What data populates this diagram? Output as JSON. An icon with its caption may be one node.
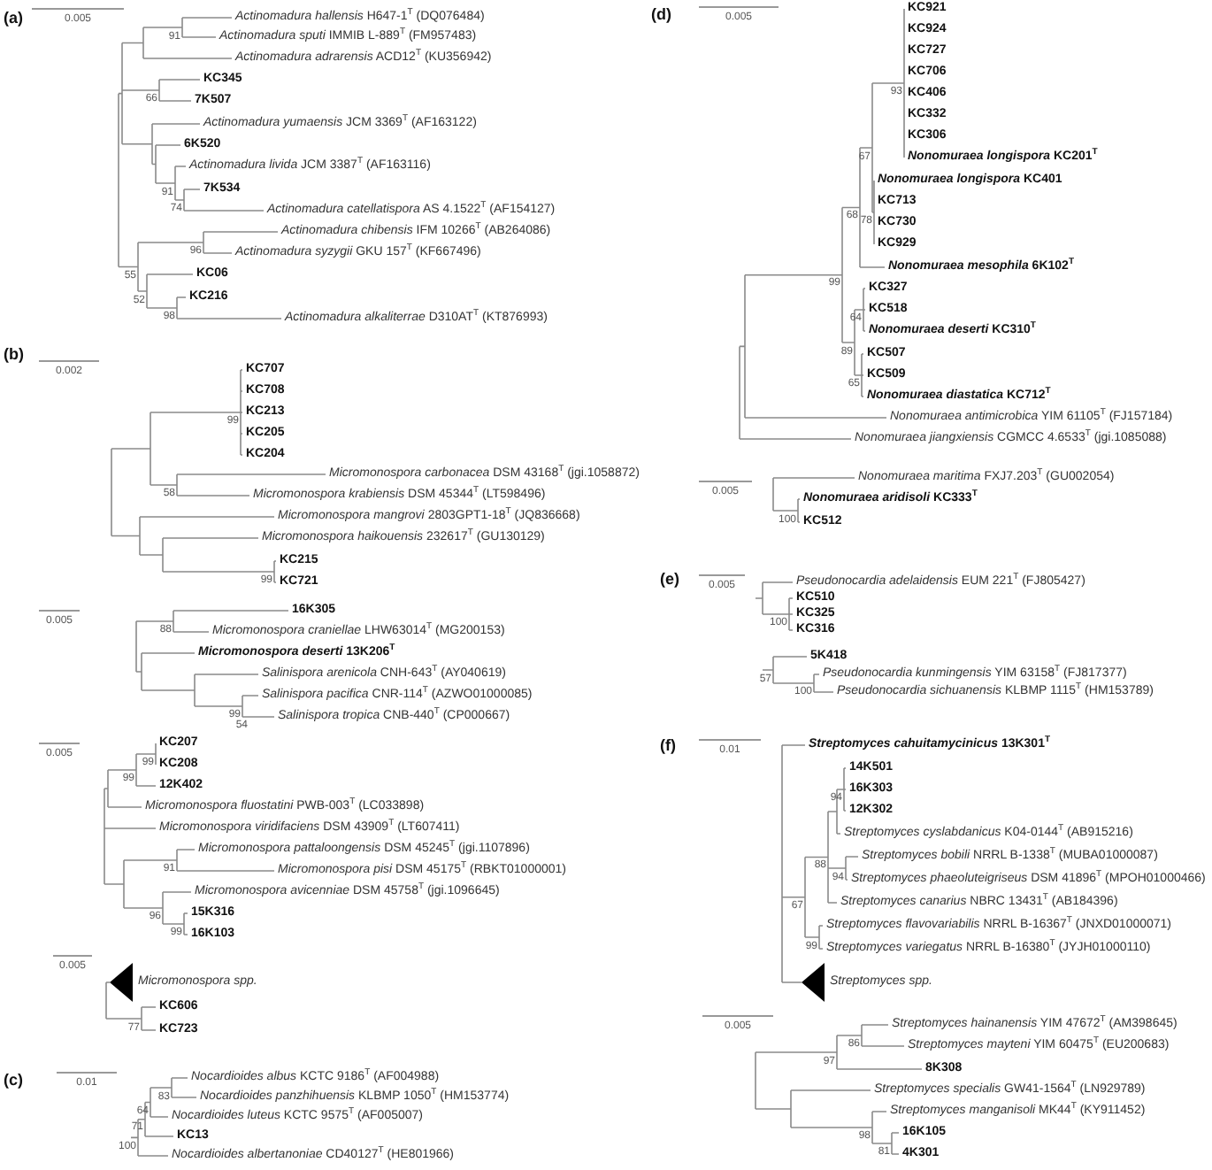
{
  "diagram": {
    "labels": [
      "(a)",
      "0.005",
      "*Actinomadura hallensis* H647-1$^{T}$ (DQ076484)",
      "91",
      "*Actinomadura sputi* IMMIB L-889$^{T}$ (FM957483)",
      "*Actinomadura adrarensis* ACD12$^{T}$ (KU356942)",
      "KC345",
      "66",
      "7K507",
      "*Actinomadura yumaensis* JCM 3369$^{T}$ (AF163122)",
      "6K520",
      "*Actinomadura livida* JCM 3387$^{T}$ (AF163116)",
      "91",
      "7K534",
      "74",
      "*Actinomadura catellatispora* AS 4.1522$^{T}$ (AF154127)",
      "96",
      "*Actinomadura chibensis* IFM 10266$^{T}$ (AB264086)",
      "*Actinomadura syzygii* GKU 157$^{T}$ (KF667496)",
      "55",
      "KC06",
      "52",
      "KC216",
      "98",
      "*Actinomadura alkaliterrae* D310AT$^{T}$ (KT876993)",
      "(b)",
      "0.002",
      "KC707",
      "KC708",
      "99",
      "KC213",
      "KC205",
      "KC204",
      "*Micromonospora carbonacea* DSM 43168$^{T}$ (jgi.1058872)",
      "58",
      "*Micromonospora krabiensis* DSM 45344$^{T}$ (LT598496)",
      "*Micromonospora mangrovi* 2803GPT1-18$^{T}$ (JQ836668)",
      "*Micromonospora haikouensis* 232617$^{T}$ (GU130129)",
      "KC215",
      "99",
      "KC721",
      "0.005",
      "88",
      "16K305",
      "*Micromonospora craniellae* LHW63014$^{T}$ (MG200153)",
      "*Micromonospora deserti* 13K206$^{T}$",
      "*Salinispora arenicola* CNH-643$^{T}$ (AY040619)",
      "99",
      "*Salinispora pacifica* CNR-114$^{T}$ (AZWO01000085)",
      "54",
      "*Salinispora tropica* CNB-440$^{T}$ (CP000667)",
      "0.005",
      "99",
      "KC207",
      "99",
      "KC208",
      "12K402",
      "*Micromonospora fluostatini* PWB-003$^{T}$ (LC033898)",
      "*Micromonospora viridifaciens* DSM 43909$^{T}$ (LT607411)",
      "91",
      "*Micromonospora pattaloongensis* DSM 45245$^{T}$ (jgi.1107896)",
      "*Micromonospora pisi* DSM 45175$^{T}$ (RBKT01000001)",
      "*Micromonospora avicenniae* DSM 45758$^{T}$ (jgi.1096645)",
      "96",
      "15K316",
      "99",
      "16K103",
      "0.005",
      "Micromonospora spp.",
      "KC606",
      "77",
      "KC723",
      "(c)",
      "0.01",
      "83",
      "*Nocardioides albus* KCTC 9186$^{T}$ (AF004988)",
      "64",
      "*Nocardioides panzhihuensis* KLBMP 1050$^{T}$ (HM153774)",
      "71",
      "*Nocardioides luteus* KCTC 9575$^{T}$ (AF005007)",
      "100",
      "KC13",
      "*Nocardioides albertanoniae* CD40127$^{T}$ (HE801966)",
      "(d)",
      "0.005",
      "KC921",
      "KC924",
      "KC727",
      "KC706",
      "93",
      "KC406",
      "KC332",
      "KC306",
      "*Nonomuraea longispora* KC201$^{T}$",
      "67",
      "*Nonomuraea longispora* KC401",
      "68",
      "KC713",
      "78",
      "KC730",
      "KC929",
      "99",
      "*Nonomuraea mesophila* 6K102$^{T}$",
      "KC327",
      "64",
      "KC518",
      "*Nonomuraea deserti* KC310$^{T}$",
      "89",
      "KC507",
      "KC509",
      "65",
      "*Nonomuraea diastatica* KC712$^{T}$",
      "*Nonomuraea antimicrobica* YIM 61105$^{T}$ (FJ157184)",
      "*Nonomuraea jiangxiensis* CGMCC 4.6533$^{T}$ (jgi.1085088)",
      "0.005",
      "*Nonomuraea maritima* FXJ7.203$^{T}$ (GU002054)",
      "*Nonomuraea aridisoli* KC333$^{T}$",
      "100",
      "KC512",
      "(e)",
      "0.005",
      "*Pseudonocardia adelaidensis* EUM 221$^{T}$ (FJ805427)",
      "KC510",
      "KC325",
      "100",
      "KC316",
      "5K418",
      "57",
      "*Pseudonocardia kunmingensis* YIM 63158$^{T}$ (FJ817377)",
      "100",
      "*Pseudonocardia sichuanensis* KLBMP 1115$^{T}$ (HM153789)",
      "(f)",
      "0.01",
      "*Streptomyces cahuitamycinicus* 13K301$^{T}$",
      "14K501",
      "94",
      "16K303",
      "12K302",
      "*Streptomyces cyslabdanicus* K04-0144$^{T}$ (AB915216)",
      "88",
      "*Streptomyces bobili* NRRL B-1338$^{T}$ (MUBA01000087)",
      "94",
      "*Streptomyces phaeoluteigriseus* DSM 41896$^{T}$ (MPOH01000466)",
      "67",
      "*Streptomyces canarius* NBRC 13431$^{T}$ (AB184396)",
      "*Streptomyces flavovariabilis* NRRL B-16367$^{T}$ (JNXD01000071)",
      "99",
      "*Streptomyces variegatus* NRRL B-16380$^{T}$ (JYJH01000110)",
      "*Streptomyces* spp.",
      "0.005",
      "86",
      "*Streptomyces hainanensis* YIM 47672$^{T}$ (AM398645)",
      "97",
      "*Streptomyces mayteni* YIM 60475$^{T}$ (EU200683)",
      "8K308",
      "*Streptomyces specialis* GW41-1564$^{T}$ (LN929789)",
      "*Streptomyces manganisoli* MK44$^{T}$ (KY911452)",
      "98",
      "16K105",
      "81",
      "4K301"
    ]
  }
}
